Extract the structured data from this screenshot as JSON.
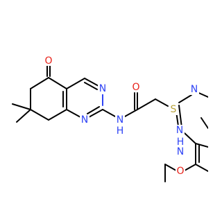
{
  "atom_colors": {
    "N": "#2f43f5",
    "O": "#e8221a",
    "S": "#b7a23a",
    "C": "#000000"
  },
  "atoms": [
    {
      "id": "o_ketone",
      "label": "O",
      "element": "O"
    },
    {
      "id": "n_ring_top",
      "label": "N",
      "element": "N"
    },
    {
      "id": "n_ring_bottom",
      "label": "N",
      "element": "N"
    },
    {
      "id": "n_amide",
      "label": "N",
      "element": "N"
    },
    {
      "id": "h_amide",
      "label": "H",
      "element": "N"
    },
    {
      "id": "o_amide",
      "label": "O",
      "element": "O"
    },
    {
      "id": "s_thio",
      "label": "S",
      "element": "S"
    },
    {
      "id": "n_triazole_top",
      "label": "N",
      "element": "N"
    },
    {
      "id": "n_triazole_left",
      "label": "N",
      "element": "N"
    },
    {
      "id": "n_triazole_nh",
      "label": "N",
      "element": "N"
    },
    {
      "id": "h_triazole",
      "label": "H",
      "element": "N"
    },
    {
      "id": "o_methoxy",
      "label": "O",
      "element": "O"
    }
  ]
}
